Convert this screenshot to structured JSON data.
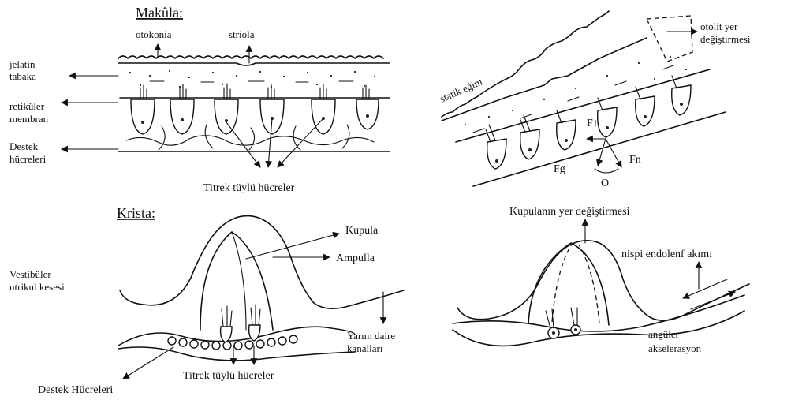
{
  "macula": {
    "heading": "Makûla:",
    "otokonia": "otokonia",
    "striola": "striola",
    "jelatin_1": "jelatin",
    "jelatin_2": "tabaka",
    "retikuler_1": "retiküler",
    "retikuler_2": "membran",
    "destek_1": "Destek",
    "destek_2": "hücreleri",
    "titrek": "Titrek tüylü hücreler"
  },
  "macula_tilt": {
    "otolit_1": "otolit yer",
    "otolit_2": "değiştirmesi",
    "statik": "statik eğim",
    "ft": "F↑",
    "fg": "Fg",
    "fn": "Fn",
    "o": "O"
  },
  "crista": {
    "heading": "Krista:",
    "kupula": "Kupula",
    "ampulla": "Ampulla",
    "vestibuler_1": "Vestibüler",
    "vestibuler_2": "utrikul kesesi",
    "yarim_1": "Yarım daire",
    "yarim_2": "kanalları",
    "titrek": "Titrek tüylü hücreler",
    "destek": "Destek Hücreleri"
  },
  "crista_displaced": {
    "kupula_yer": "Kupulanın yer değiştirmesi",
    "nispi": "nispi endolenf akımı",
    "angular_1": "angüler",
    "angular_2": "akselerasyon"
  }
}
